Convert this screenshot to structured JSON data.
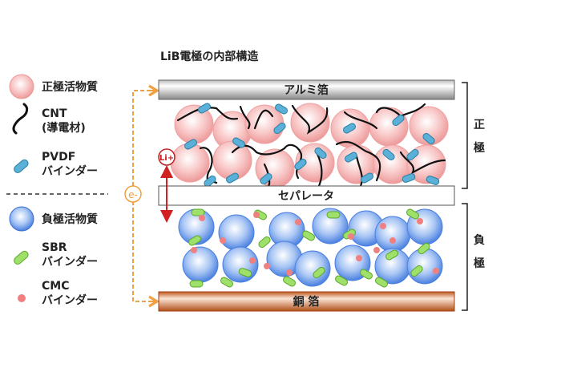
{
  "title": "LiB電極の内部構造",
  "legend": [
    {
      "id": "cathode-active",
      "lines": [
        "正極活物質"
      ]
    },
    {
      "id": "cnt",
      "lines": [
        "CNT",
        "(導電材)"
      ]
    },
    {
      "id": "pvdf",
      "lines": [
        "PVDF",
        "バインダー"
      ]
    },
    {
      "id": "anode-active",
      "lines": [
        "負極活物質"
      ]
    },
    {
      "id": "sbr",
      "lines": [
        "SBR",
        "バインダー"
      ]
    },
    {
      "id": "cmc",
      "lines": [
        "CMC",
        "バインダー"
      ]
    }
  ],
  "layers": {
    "aluminum_foil": "アルミ箔",
    "separator": "セパレータ",
    "copper_foil": "銅 箔"
  },
  "electrodes": {
    "positive": [
      "正",
      "極"
    ],
    "negative": [
      "負",
      "極"
    ]
  },
  "markers": {
    "electron": "e-",
    "lithium_ion": "Li+"
  },
  "colors": {
    "cathode": "#f4a9a9",
    "anode": "#5b8fe8",
    "pvdf": "#5ab0d6",
    "sbr": "#8fd65a",
    "cmc": "#f08080",
    "electron": "#f0a040",
    "li": "#d02020",
    "copper": "#c8642a"
  }
}
